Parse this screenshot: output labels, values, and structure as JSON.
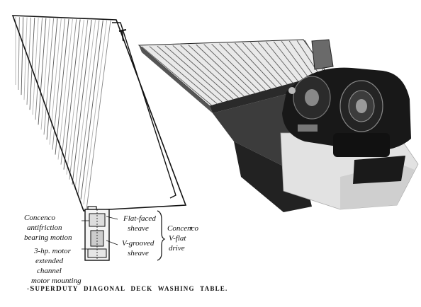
{
  "labels": {
    "bearing": [
      "Concenco",
      "antifriction",
      "bearing motion"
    ],
    "motor": [
      "3-hp. motor",
      "extended",
      "channel",
      "motor mounting"
    ],
    "flat_sheave": [
      "Flat-faced",
      "sheave"
    ],
    "v_sheave": [
      "V-grooved",
      "sheave"
    ],
    "drive": [
      "Concenco",
      "V-flat",
      "drive"
    ]
  },
  "caption": "-SuperDuty diagonal deck washing table."
}
